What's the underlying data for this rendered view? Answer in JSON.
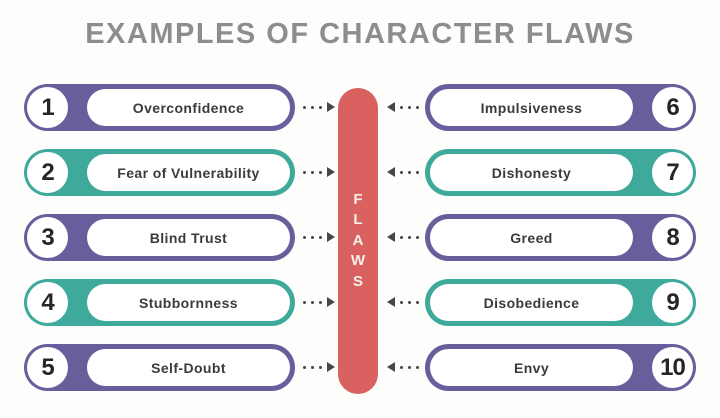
{
  "title": "EXAMPLES OF CHARACTER FLAWS",
  "center_bar": {
    "label": "FLAWS"
  },
  "colors": {
    "purple": "#685e9b",
    "teal": "#3faa9b",
    "red": "#d96160",
    "title-gray": "#8d8d8d",
    "arrow-gray": "#474747",
    "label-dark": "#3b3b3b",
    "number-dark": "#262626",
    "bg": "#fdfdfb"
  },
  "left_items": [
    {
      "number": "1",
      "label": "Overconfidence",
      "color": "purple"
    },
    {
      "number": "2",
      "label": "Fear of Vulnerability",
      "color": "teal"
    },
    {
      "number": "3",
      "label": "Blind Trust",
      "color": "purple"
    },
    {
      "number": "4",
      "label": "Stubbornness",
      "color": "teal"
    },
    {
      "number": "5",
      "label": "Self-Doubt",
      "color": "purple"
    }
  ],
  "right_items": [
    {
      "number": "6",
      "label": "Impulsiveness",
      "color": "purple"
    },
    {
      "number": "7",
      "label": "Dishonesty",
      "color": "teal"
    },
    {
      "number": "8",
      "label": "Greed",
      "color": "purple"
    },
    {
      "number": "9",
      "label": "Disobedience",
      "color": "teal"
    },
    {
      "number": "10",
      "label": "Envy",
      "color": "purple"
    }
  ]
}
